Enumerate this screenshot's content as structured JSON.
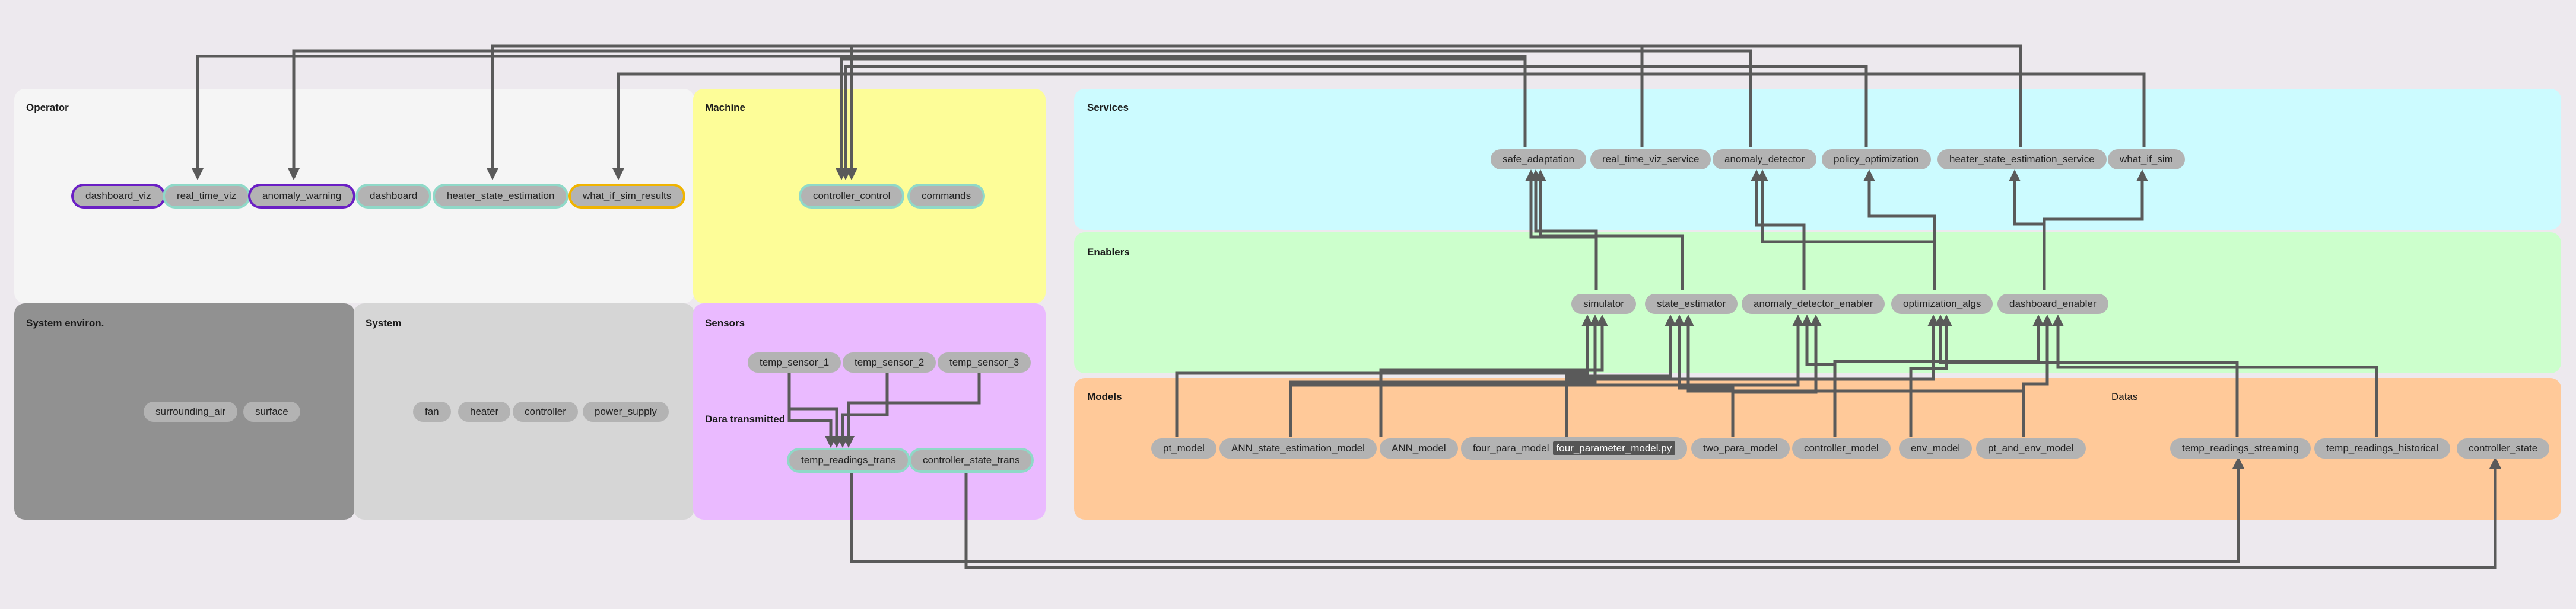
{
  "panels": {
    "operator": "Operator",
    "machine": "Machine",
    "services": "Services",
    "enablers": "Enablers",
    "system_environ": "System environ.",
    "system": "System",
    "sensors": "Sensors",
    "data_transmitted": "Dara transmitted",
    "models": "Models",
    "datas": "Datas"
  },
  "colors": {
    "operator_bg": "#f5f5f5",
    "machine_bg": "#fdfd98",
    "services_bg": "#ccfbff",
    "enablers_bg": "#ccffcc",
    "system_environ_bg": "#919191",
    "system_bg": "#d6d6d6",
    "sensors_bg": "#eabaff",
    "models_bg": "#ffc999",
    "node_bg": "#b3b3b3",
    "highlight_teal": "#8fd9c8",
    "highlight_purple": "#6a1fc4",
    "highlight_orange": "#f0b400",
    "arrow": "#5a5a5a"
  },
  "nodes": {
    "dashboard_viz": "dashboard_viz",
    "real_time_viz": "real_time_viz",
    "anomaly_warning": "anomaly_warning",
    "dashboard": "dashboard",
    "heater_state_estimation": "heater_state_estimation",
    "what_if_sim_results": "what_if_sim_results",
    "controller_control": "controller_control",
    "commands": "commands",
    "safe_adaptation": "safe_adaptation",
    "real_time_viz_service": "real_time_viz_service",
    "anomaly_detector": "anomaly_detector",
    "policy_optimization": "policy_optimization",
    "heater_state_estimation_service": "heater_state_estimation_service",
    "what_if_sim": "what_if_sim",
    "simulator": "simulator",
    "state_estimator": "state_estimator",
    "anomaly_detector_enabler": "anomaly_detector_enabler",
    "optimization_algs": "optimization_algs",
    "dashboard_enabler": "dashboard_enabler",
    "surrounding_air": "surrounding_air",
    "surface": "surface",
    "fan": "fan",
    "heater": "heater",
    "controller": "controller",
    "power_supply": "power_supply",
    "temp_sensor_1": "temp_sensor_1",
    "temp_sensor_2": "temp_sensor_2",
    "temp_sensor_3": "temp_sensor_3",
    "temp_readings_trans": "temp_readings_trans",
    "controller_state_trans": "controller_state_trans",
    "pt_model": "pt_model",
    "ANN_state_estimation_model": "ANN_state_estimation_model",
    "ANN_model": "ANN_model",
    "four_para_model": "four_para_model",
    "four_parameter_model_file": "four_parameter_model.py",
    "two_para_model": "two_para_model",
    "controller_model": "controller_model",
    "env_model": "env_model",
    "pt_and_env_model": "pt_and_env_model",
    "temp_readings_streaming": "temp_readings_streaming",
    "temp_readings_historical": "temp_readings_historical",
    "controller_state": "controller_state"
  }
}
